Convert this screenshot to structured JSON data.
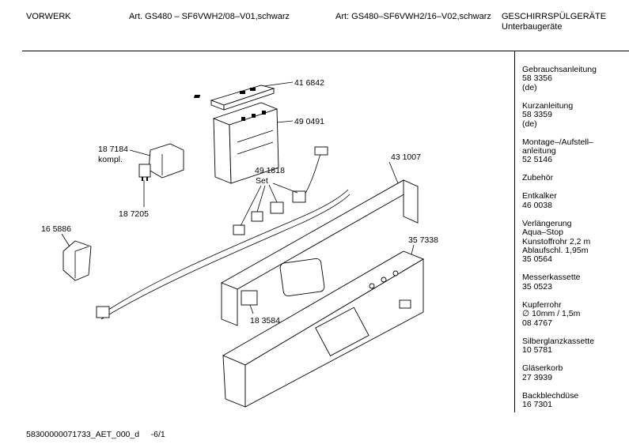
{
  "header": {
    "brand": "VORWERK",
    "article1": "Art. GS480 – SF6VWH2/08–V01,schwarz",
    "article2": "Art: GS480–SF6VWH2/16–V02,schwarz",
    "category_line1": "GESCHIRRSPÜLGERÄTE",
    "category_line2": "Unterbaugeräte"
  },
  "sidebar": {
    "items": [
      {
        "lines": [
          "Gebrauchsanleitung",
          "58 3356",
          "(de)"
        ]
      },
      {
        "lines": [
          "Kurzanleitung",
          "58 3359",
          "(de)"
        ]
      },
      {
        "lines": [
          "Montage–/Aufstell–",
          "anleitung",
          "52 5146"
        ]
      },
      {
        "lines": [
          "Zubehör"
        ]
      },
      {
        "lines": [
          "Entkalker",
          "46 0038"
        ]
      },
      {
        "lines": [
          "Verlängerung",
          "Aqua–Stop",
          "Kunstoffrohr 2,2 m",
          "Ablaufschl. 1,95m",
          "35 0564"
        ]
      },
      {
        "lines": [
          "Messerkassette",
          "35 0523"
        ]
      },
      {
        "lines": [
          "Kupferrohr",
          "∅ 10mm / 1,5m",
          "08 4767"
        ]
      },
      {
        "lines": [
          "Silberglanzkassette",
          "10 5781"
        ]
      },
      {
        "lines": [
          "Gläserkorb",
          "27 3939"
        ]
      },
      {
        "lines": [
          "Backblechdüse",
          "16 7301"
        ]
      }
    ]
  },
  "parts": {
    "p416842": "41 6842",
    "p490491": "49 0491",
    "p187184": "18 7184",
    "kompl": "kompl.",
    "p187205": "18 7205",
    "p165886": "16 5886",
    "p491818": "49 1818",
    "set": "Set",
    "p431007": "43 1007",
    "p357338": "35 7338",
    "p183584": "18 3584"
  },
  "footer": {
    "code": "58300000071733_AET_000_d",
    "page": "-6/1"
  }
}
